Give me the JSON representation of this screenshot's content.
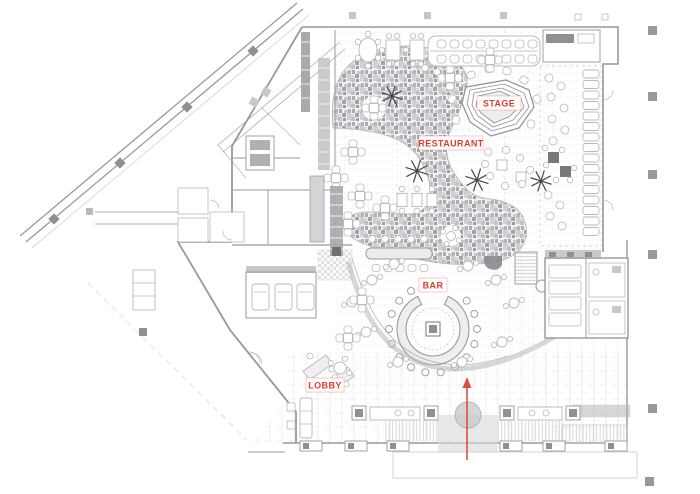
{
  "labels": {
    "stage": "STAGE",
    "restaurant": "RESTAURANT",
    "bar": "BAR",
    "lobby": "LOBBY"
  },
  "colors": {
    "label_red": "#e23b2e",
    "arrow_red": "#dd4f3d",
    "wall_gray": "#98989e",
    "detail_gray": "#b9b9be",
    "dark_gray": "#8f8f94",
    "background": "#ffffff"
  },
  "icons": {
    "entry_arrow": "entry-direction-arrow",
    "palm_plant": "palm-plant-symbol",
    "revolving_door": "revolving-door-circle",
    "column": "structural-column"
  }
}
